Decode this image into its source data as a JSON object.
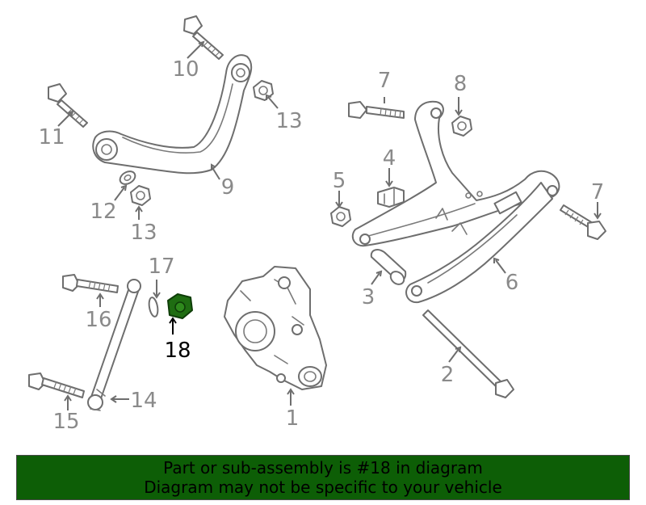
{
  "colors": {
    "banner_bg": "#0d5e06",
    "highlight_part": "#1f6d12",
    "callout_gray": "#8a8a8a",
    "callout_highlight": "#000000"
  },
  "callouts": {
    "c1": "1",
    "c2": "2",
    "c3": "3",
    "c4": "4",
    "c5": "5",
    "c6": "6",
    "c7a": "7",
    "c7b": "7",
    "c8": "8",
    "c9": "9",
    "c10": "10",
    "c11": "11",
    "c12": "12",
    "c13a": "13",
    "c13b": "13",
    "c14": "14",
    "c15": "15",
    "c16": "16",
    "c17": "17",
    "c18": "18"
  },
  "banner": {
    "line1": "Part or sub-assembly is #18 in diagram",
    "line2": "Diagram may not be specific to your vehicle"
  }
}
